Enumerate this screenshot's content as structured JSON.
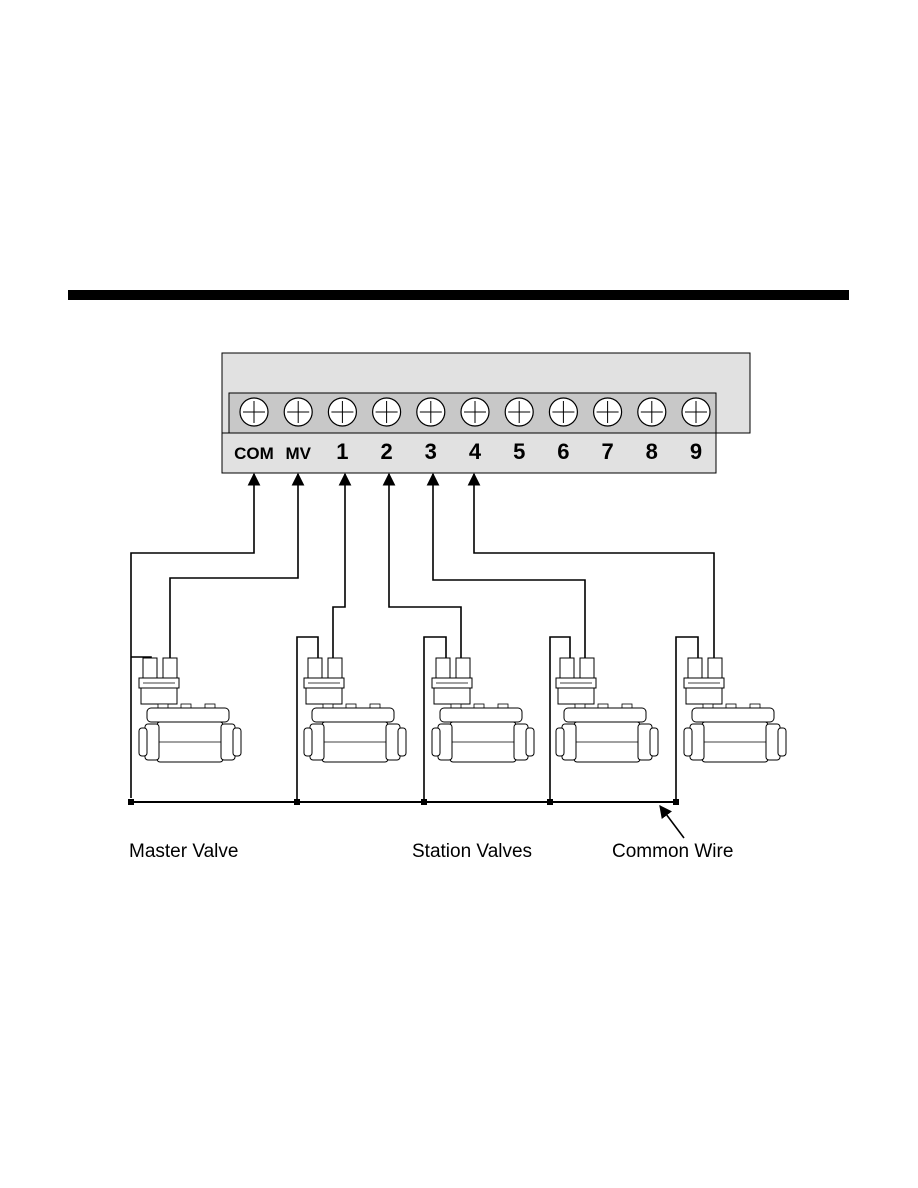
{
  "terminals": [
    "COM",
    "MV",
    "1",
    "2",
    "3",
    "4",
    "5",
    "6",
    "7",
    "8",
    "9"
  ],
  "captions": {
    "master_valve": "Master Valve",
    "station_valves": "Station Valves",
    "common_wire": "Common Wire"
  },
  "colors": {
    "panel": "#e1e1e1",
    "terminal_strip": "#c8c8c8",
    "ink": "#000000"
  }
}
